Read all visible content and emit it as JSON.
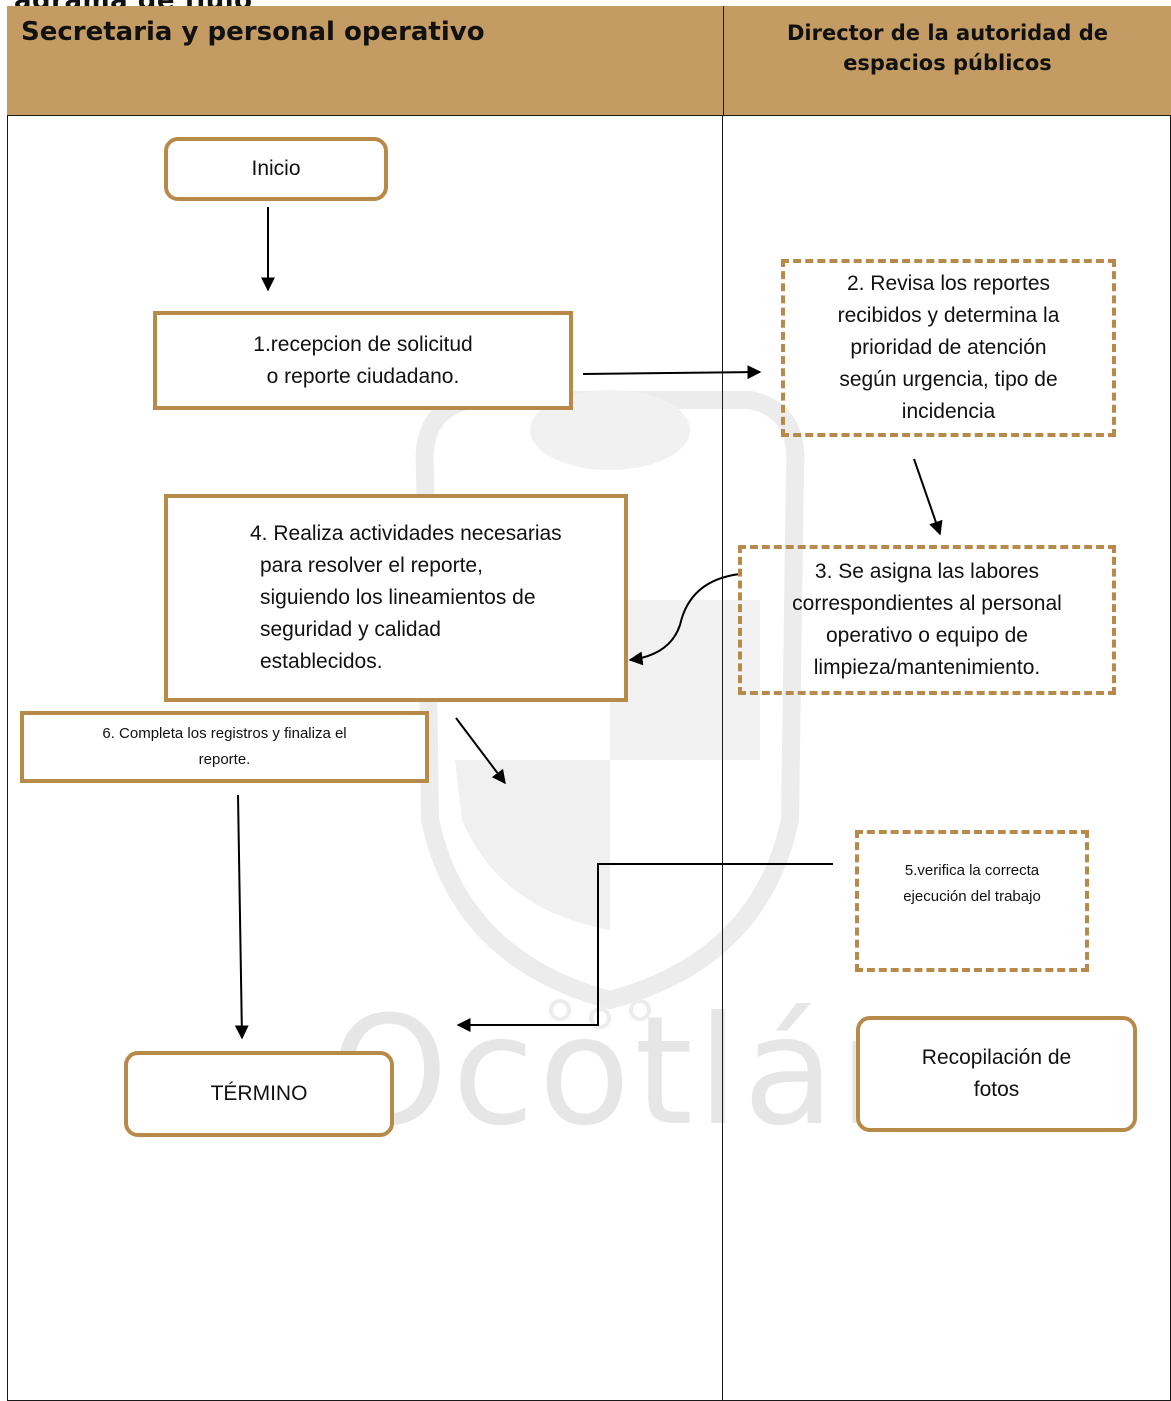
{
  "cut_title": "agrama de flujo",
  "lanes": {
    "left_header": "Secretaria y personal operativo",
    "right_header_line1": "Director de la autoridad de",
    "right_header_line2": "espacios públicos"
  },
  "watermark": "Ocotlán",
  "nodes": {
    "inicio": "Inicio",
    "step1_line1": "1.recepcion de solicitud",
    "step1_line2": "o reporte ciudadano.",
    "step2_line1": "2. Revisa los reportes",
    "step2_line2": "recibidos y determina la",
    "step2_line3": "prioridad de atención",
    "step2_line4": "según urgencia, tipo de",
    "step2_line5": "incidencia",
    "step3_line1": "3. Se asigna las labores",
    "step3_line2": "correspondientes al personal",
    "step3_line3": "operativo o equipo de",
    "step3_line4": "limpieza/mantenimiento.",
    "step4_line1": "4. Realiza actividades necesarias",
    "step4_line2": "para resolver el reporte,",
    "step4_line3": "siguiendo los lineamientos de",
    "step4_line4": "seguridad y calidad",
    "step4_line5": "establecidos.",
    "step5_line1": "5.verifica la correcta",
    "step5_line2": "ejecución del trabajo",
    "step6_line1": "6. Completa los registros y finaliza el",
    "step6_line2": "reporte.",
    "termino": "TÉRMINO",
    "fotos_line1": "Recopilación de",
    "fotos_line2": "fotos"
  },
  "colors": {
    "header_fill": "#c39b63",
    "node_border": "#b88a4a",
    "connector": "#000000",
    "watermark": "#e6e6e6"
  }
}
